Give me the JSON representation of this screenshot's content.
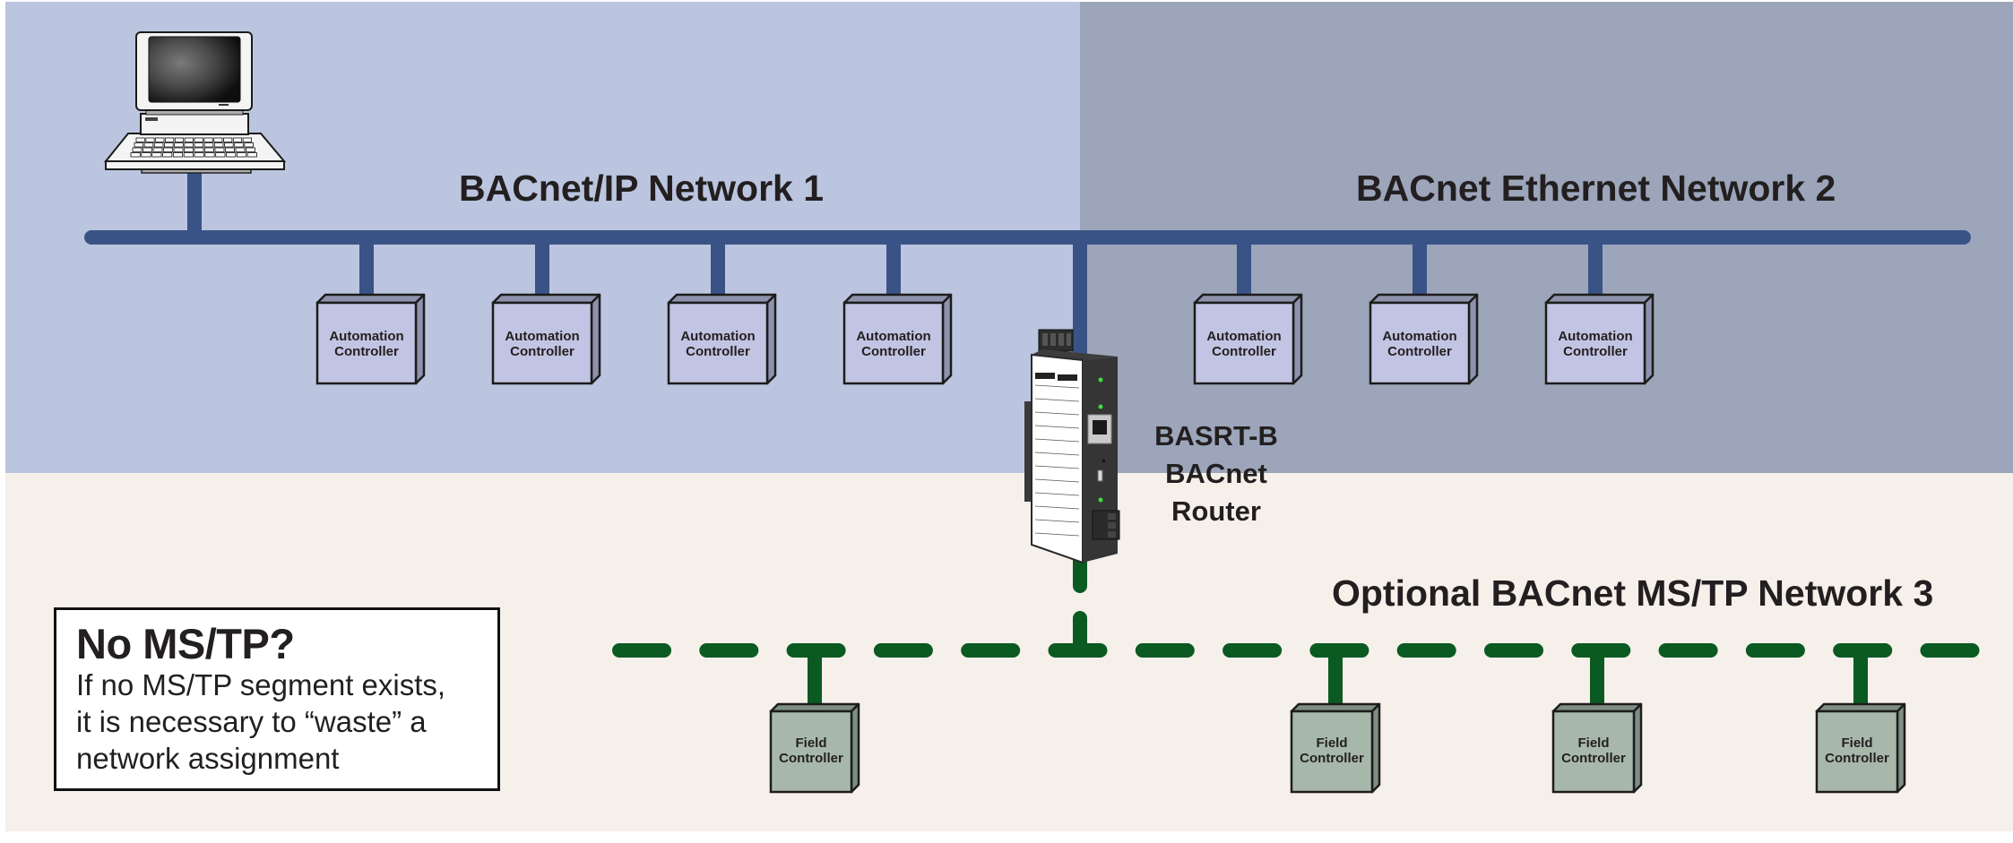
{
  "colors": {
    "network1_bg": "#bcc5df",
    "network2_bg": "#9ca5ba",
    "mstp_bg": "#f6f0ea",
    "ethernet_bus": "#3a5386",
    "mstp_bus": "#0a5a22",
    "automation_controller_fill": "#c2c4e3",
    "automation_controller_side": "#8e92ad",
    "field_controller_fill": "#a7b8ab",
    "field_controller_side": "#7f8e84"
  },
  "networks": {
    "network1": {
      "title": "BACnet/IP Network 1"
    },
    "network2": {
      "title": "BACnet Ethernet Network 2"
    },
    "network3": {
      "title": "Optional BACnet MS/TP Network 3"
    }
  },
  "workstation": {
    "icon": "computer-workstation-icon"
  },
  "automation_controllers": [
    {
      "line1": "Automation",
      "line2": "Controller",
      "network": 1
    },
    {
      "line1": "Automation",
      "line2": "Controller",
      "network": 1
    },
    {
      "line1": "Automation",
      "line2": "Controller",
      "network": 1
    },
    {
      "line1": "Automation",
      "line2": "Controller",
      "network": 1
    },
    {
      "line1": "Automation",
      "line2": "Controller",
      "network": 2
    },
    {
      "line1": "Automation",
      "line2": "Controller",
      "network": 2
    },
    {
      "line1": "Automation",
      "line2": "Controller",
      "network": 2
    }
  ],
  "field_controllers": [
    {
      "line1": "Field",
      "line2": "Controller"
    },
    {
      "line1": "Field",
      "line2": "Controller"
    },
    {
      "line1": "Field",
      "line2": "Controller"
    },
    {
      "line1": "Field",
      "line2": "Controller"
    }
  ],
  "router": {
    "icon": "bacnet-router-device-icon",
    "lines": [
      "BASRT-B",
      "BACnet",
      "Router"
    ]
  },
  "note": {
    "title": "No MS/TP?",
    "lines": [
      "If no MS/TP segment exists,",
      "it is necessary to “waste” a",
      "network assignment"
    ]
  }
}
